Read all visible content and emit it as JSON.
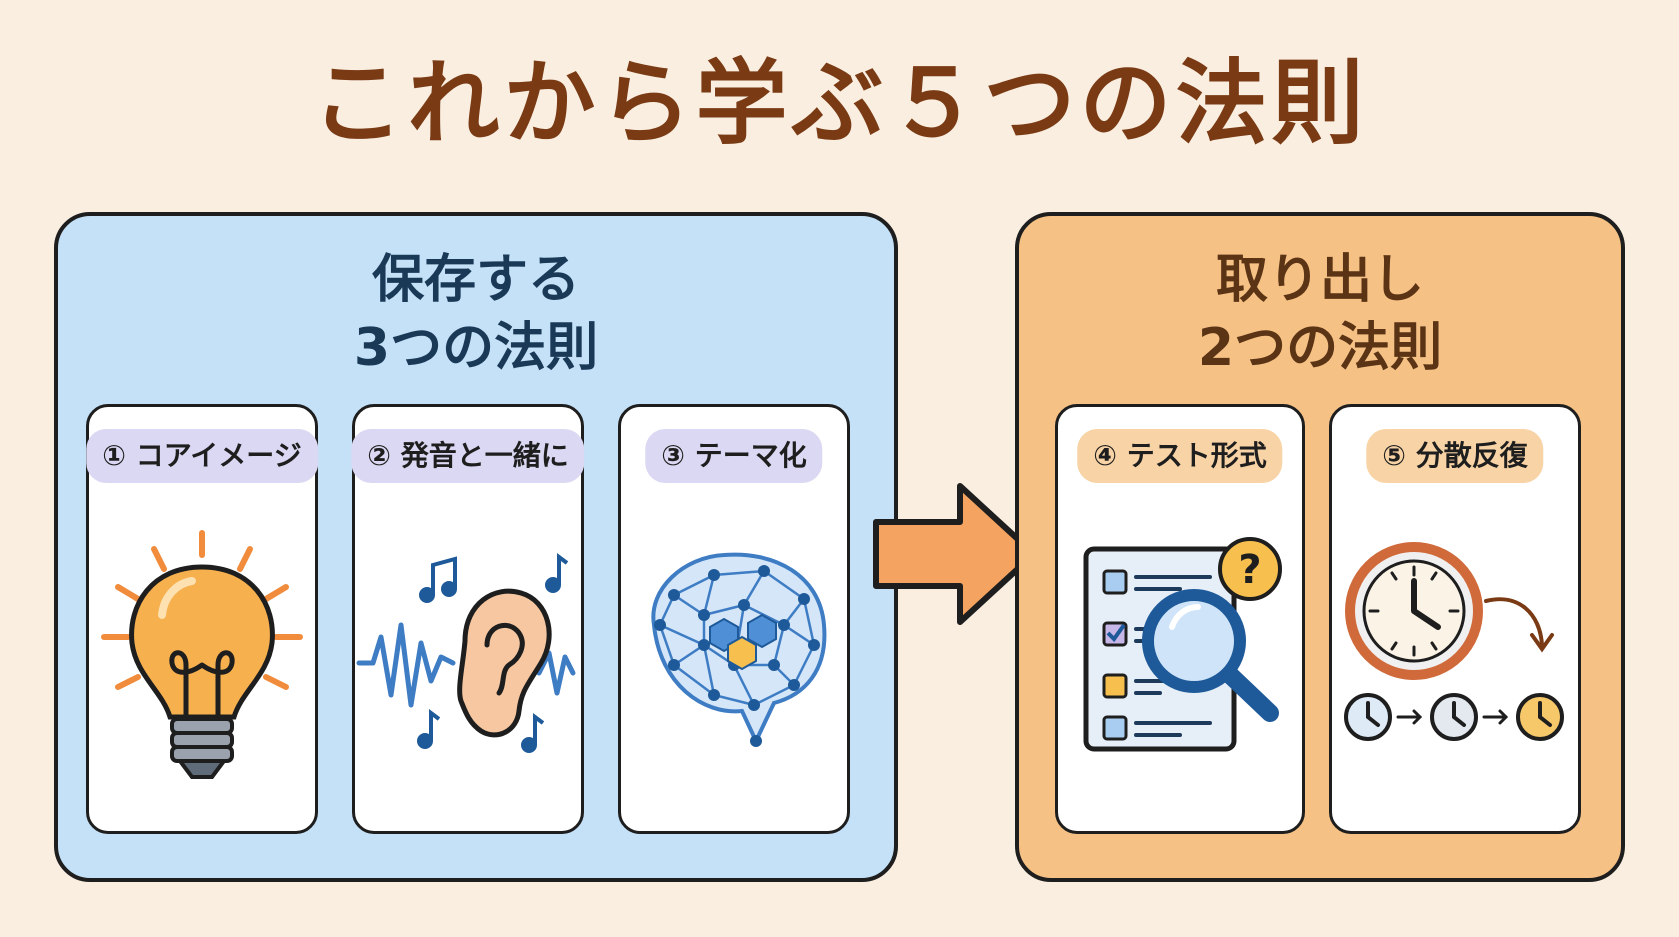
{
  "title": "これから学ぶ５つの法則",
  "groups": {
    "store": {
      "title_line1": "保存する",
      "title_line2": "3つの法則",
      "cards": [
        {
          "label": "① コアイメージ",
          "icon": "lightbulb-icon"
        },
        {
          "label": "② 発音と一緒に",
          "icon": "ear-music-icon"
        },
        {
          "label": "③ テーマ化",
          "icon": "brain-network-icon"
        }
      ]
    },
    "retrieve": {
      "title_line1": "取り出し",
      "title_line2": "2つの法則",
      "cards": [
        {
          "label": "④ テスト形式",
          "icon": "checklist-magnifier-icon"
        },
        {
          "label": "⑤ 分散反復",
          "icon": "clock-repetition-icon"
        }
      ]
    }
  },
  "colors": {
    "background": "#f9eee0",
    "title": "#7a3a14",
    "store_panel": "#c5e1f8",
    "retrieve_panel": "#f6c185",
    "arrow": "#f4a460"
  }
}
